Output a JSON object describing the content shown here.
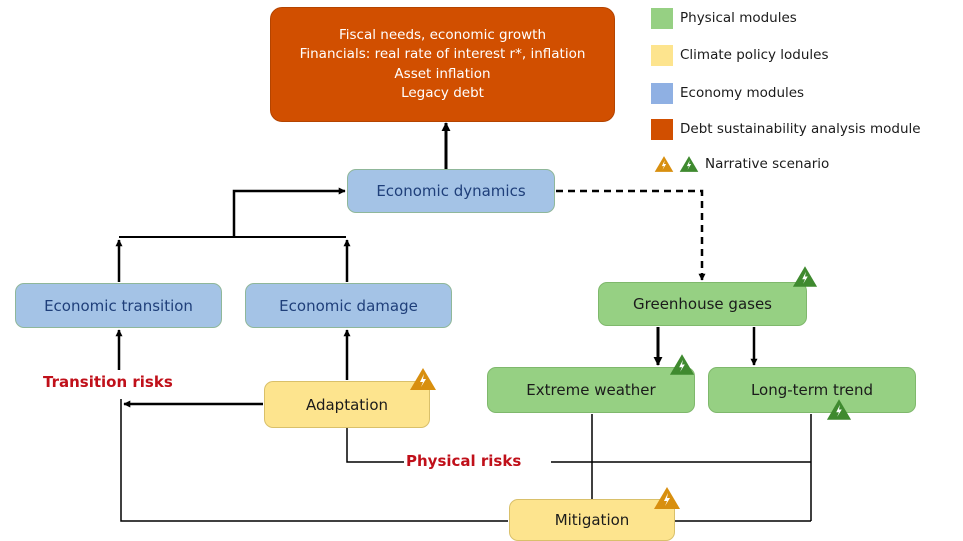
{
  "debt_box": {
    "lines": [
      "Fiscal needs, economic growth",
      "Financials: real rate of interest r*, inflation",
      "Asset inflation",
      "Legacy debt"
    ]
  },
  "economy": {
    "dynamics": "Economic dynamics",
    "transition": "Economic transition",
    "damage": "Economic damage"
  },
  "physical": {
    "greenhouse": "Greenhouse gases",
    "extreme_weather": "Extreme weather",
    "long_term": "Long-term trend"
  },
  "policy": {
    "adaptation": "Adaptation",
    "mitigation": "Mitigation"
  },
  "risks": {
    "transition": "Transition risks",
    "physical": "Physical risks"
  },
  "legend": {
    "items": [
      {
        "label": "Physical modules",
        "color": "#96d083"
      },
      {
        "label": "Climate policy lodules",
        "color": "#fde48e"
      },
      {
        "label": "Economy modules",
        "color": "#8fb0e3"
      },
      {
        "label": "Debt sustainability analysis module",
        "color": "#d14f00"
      }
    ],
    "scenario_label": "Narrative scenario"
  },
  "colors": {
    "scenario_orange": "#d88f0f",
    "scenario_green": "#3f8a2f",
    "risk_red": "#c0101a"
  }
}
